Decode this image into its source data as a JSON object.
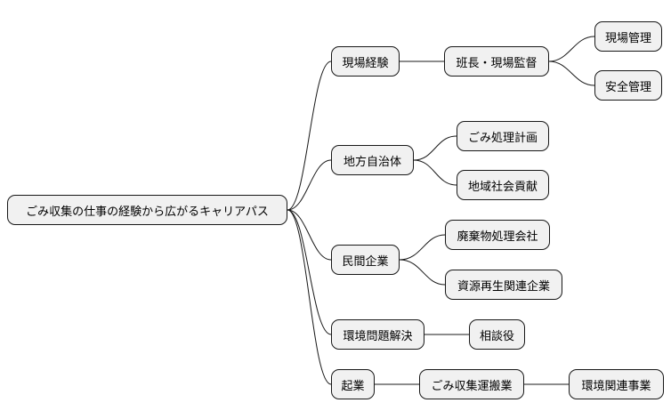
{
  "mindmap": {
    "root": "ごみ収集の仕事の経験から広がるキャリアパス",
    "branches": [
      {
        "label": "現場経験",
        "children": [
          {
            "label": "班長・現場監督",
            "children": [
              {
                "label": "現場管理"
              },
              {
                "label": "安全管理"
              }
            ]
          }
        ]
      },
      {
        "label": "地方自治体",
        "children": [
          {
            "label": "ごみ処理計画"
          },
          {
            "label": "地域社会貢献"
          }
        ]
      },
      {
        "label": "民間企業",
        "children": [
          {
            "label": "廃棄物処理会社"
          },
          {
            "label": "資源再生関連企業"
          }
        ]
      },
      {
        "label": "環境問題解決",
        "children": [
          {
            "label": "相談役"
          }
        ]
      },
      {
        "label": "起業",
        "children": [
          {
            "label": "ごみ収集運搬業",
            "children": [
              {
                "label": "環境関連事業"
              }
            ]
          }
        ]
      }
    ]
  },
  "colors": {
    "node_fill": "#f1f1f1",
    "node_border": "#181818",
    "edge": "#181818"
  }
}
